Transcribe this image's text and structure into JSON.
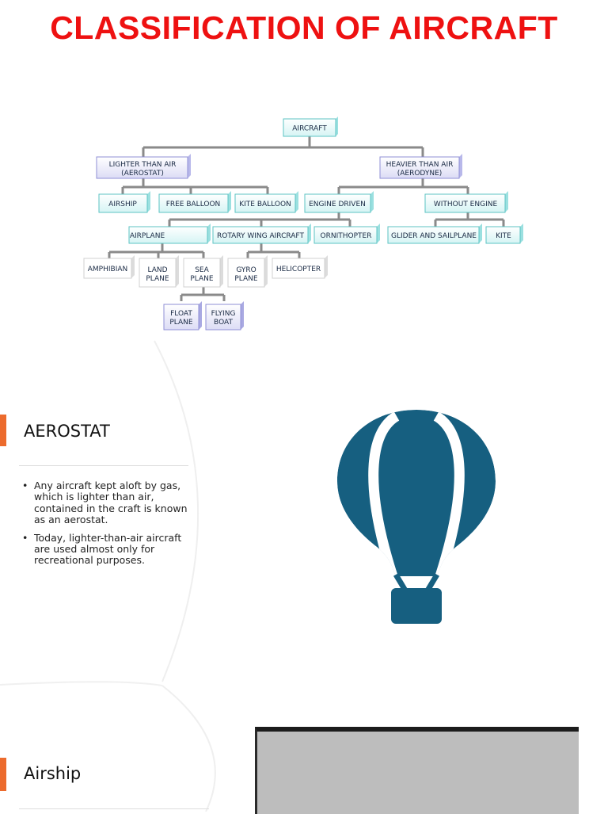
{
  "title": "CLASSIFICATION OF AIRCRAFT",
  "tree": {
    "root": "AIRCRAFT",
    "lighter": [
      "LIGHTER THAN AIR",
      "(AEROSTAT)"
    ],
    "heavier": [
      "HEAVIER THAN AIR",
      "(AERODYNE)"
    ],
    "airship": "AIRSHIP",
    "free_balloon": "FREE BALLOON",
    "kite_balloon": "KITE BALLOON",
    "engine_driven": "ENGINE DRIVEN",
    "without_engine": "WITHOUT ENGINE",
    "airplane": "AIRPLANE",
    "rotary_wing": "ROTARY WING AIRCRAFT",
    "ornithopter": "ORNITHOPTER",
    "glider": "GLIDER AND SAILPLANE",
    "kite": "KITE",
    "amphibian": "AMPHIBIAN",
    "land_plane": [
      "LAND",
      "PLANE"
    ],
    "sea_plane": [
      "SEA",
      "PLANE"
    ],
    "gyro_plane": [
      "GYRO",
      "PLANE"
    ],
    "helicopter": "HELICOPTER",
    "float_plane": [
      "FLOAT",
      "PLANE"
    ],
    "flying_boat": [
      "FLYING",
      "BOAT"
    ]
  },
  "aerostat": {
    "heading": "AEROSTAT",
    "bullets": [
      "Any aircraft kept aloft by gas, which is lighter than air, contained in the craft is known as an aerostat.",
      "Today, lighter-than-air aircraft are used almost only for recreational purposes."
    ],
    "bullet_char": "•",
    "icon": "hot-air-balloon-icon",
    "icon_color": "#165f80"
  },
  "airship": {
    "heading": "Airship"
  },
  "colors": {
    "title": "#ee1111",
    "accent": "#ec6b2d",
    "node_fill": "#e8fbfb",
    "node_side": "#5cc3c3",
    "node_purple": "#9a9adb"
  }
}
